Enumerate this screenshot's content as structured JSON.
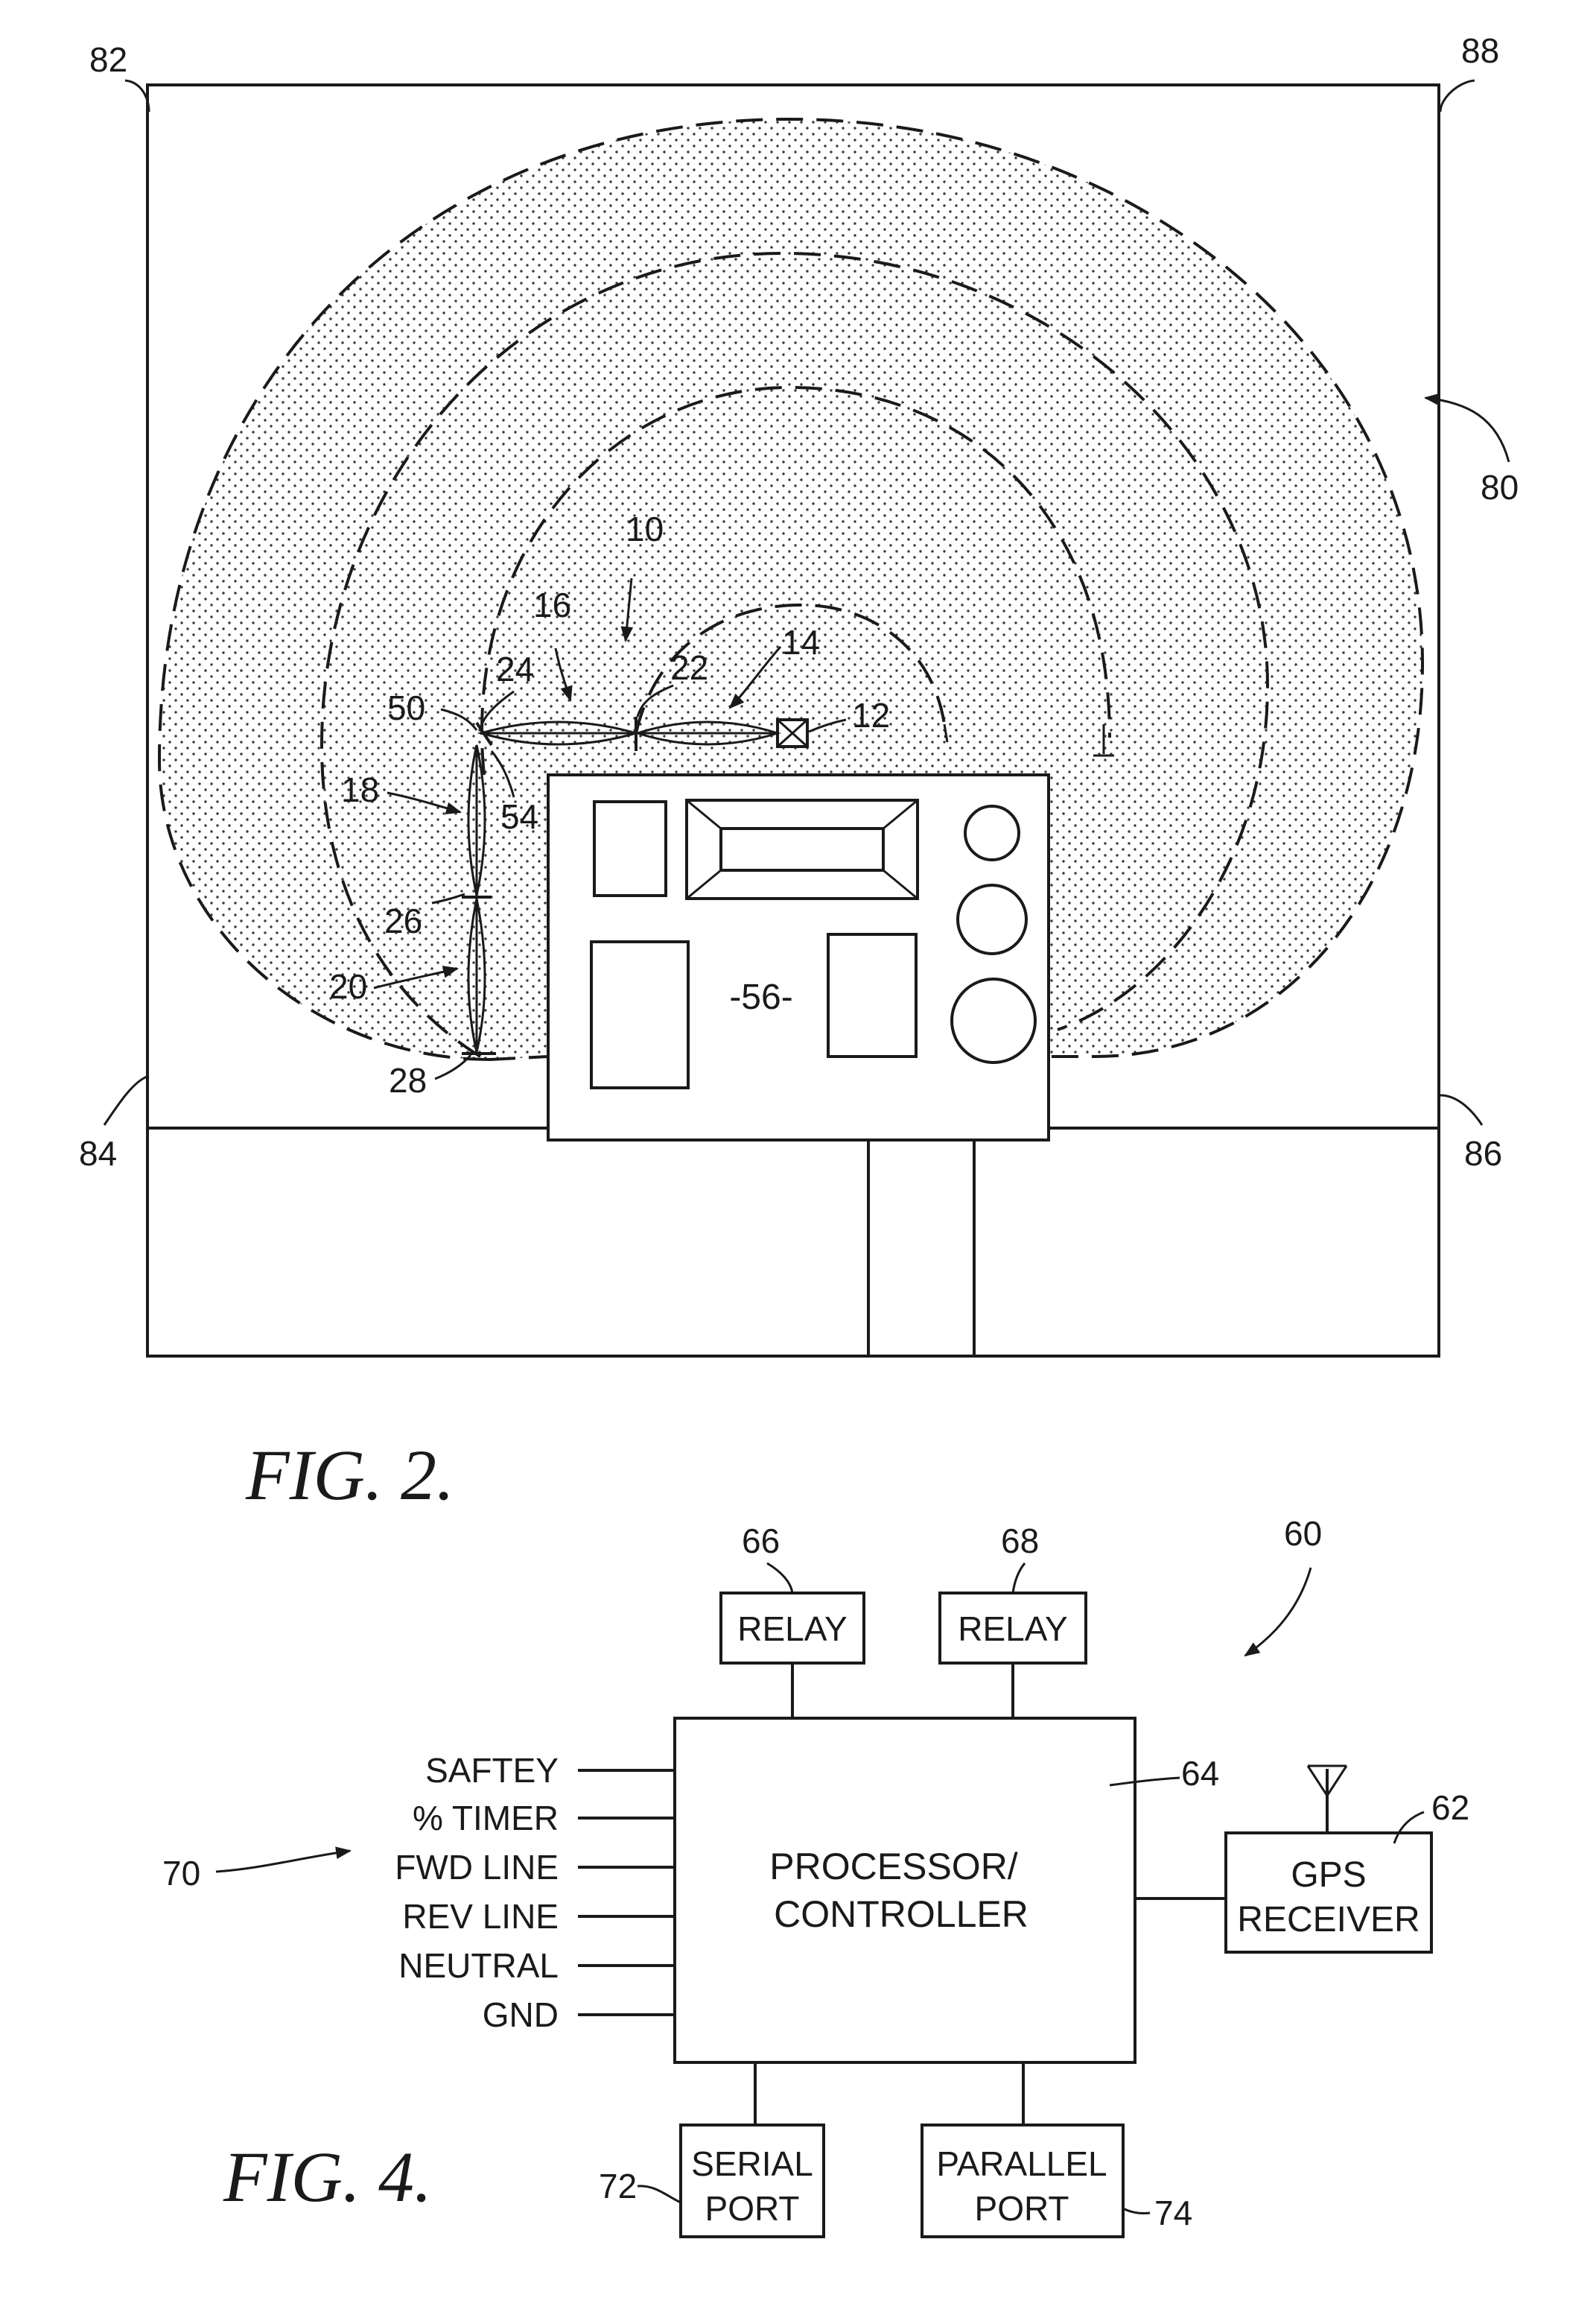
{
  "fig2": {
    "caption": "FIG. 2.",
    "refs": {
      "r82": "82",
      "r88": "88",
      "r84": "84",
      "r86": "86",
      "r80": "80",
      "r10": "10",
      "r16": "16",
      "r22": "22",
      "r14": "14",
      "r12": "12",
      "r24": "24",
      "r50": "50",
      "r18": "18",
      "r54": "54",
      "r26": "26",
      "r20": "20",
      "r28": "28",
      "r56": "-56-"
    }
  },
  "fig4": {
    "caption": "FIG. 4.",
    "refs": {
      "r66": "66",
      "r68": "68",
      "r60": "60",
      "r64": "64",
      "r62": "62",
      "r70": "70",
      "r72": "72",
      "r74": "74"
    },
    "relay_66": "RELAY",
    "relay_68": "RELAY",
    "processor": [
      "PROCESSOR/",
      "CONTROLLER"
    ],
    "gps": [
      "GPS",
      "RECEIVER"
    ],
    "serial": [
      "SERIAL",
      "PORT"
    ],
    "parallel": [
      "PARALLEL",
      "PORT"
    ],
    "inputs": [
      "SAFTEY",
      "% TIMER",
      "FWD LINE",
      "REV LINE",
      "NEUTRAL",
      "GND"
    ]
  },
  "colors": {
    "ink": "#1a1a1a",
    "paper": "#ffffff",
    "stipple": "#3a3a3a"
  }
}
